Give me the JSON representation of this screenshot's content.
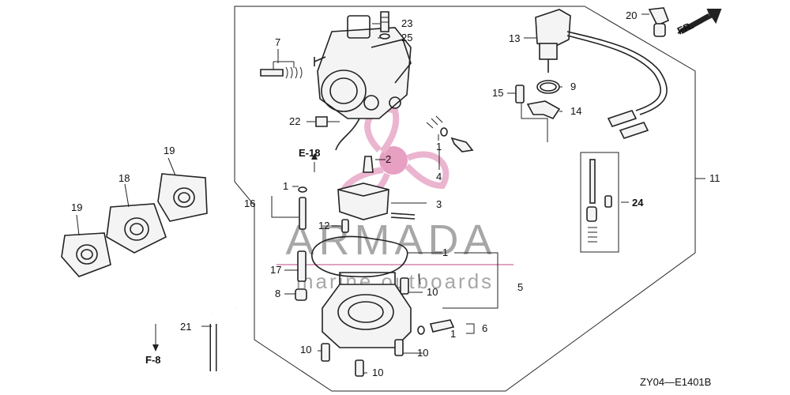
{
  "diagram": {
    "code": "ZY04—E1401B",
    "direction_label": "FR.",
    "references": [
      "E-18",
      "F-8"
    ],
    "watermark": {
      "title": "ARMADA",
      "subtitle": "marine outboards"
    },
    "callouts": [
      "1",
      "2",
      "3",
      "4",
      "5",
      "6",
      "7",
      "8",
      "9",
      "10",
      "11",
      "12",
      "13",
      "14",
      "15",
      "16",
      "17",
      "18",
      "19",
      "20",
      "21",
      "22",
      "23",
      "24",
      "25"
    ]
  },
  "colors": {
    "ink": "#222222",
    "watermark_pink": "#e8a9c8",
    "watermark_grey": "#8a8a8a",
    "accent_disc": "#e38fb8"
  }
}
